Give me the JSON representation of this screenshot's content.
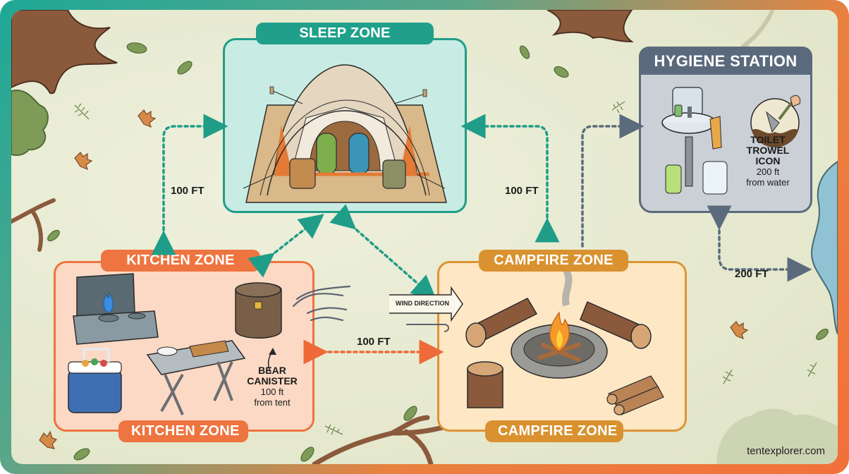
{
  "zones": {
    "sleep": {
      "label": "SLEEP ZONE",
      "color": "#20a08b",
      "items": [
        "dome-tent",
        "sleeping-bag-green",
        "sleeping-bag-blue",
        "backpack-tan",
        "backpack-olive"
      ]
    },
    "kitchen": {
      "label_top": "KITCHEN ZONE",
      "label_bottom": "KITCHEN ZONE",
      "color": "#ee7440",
      "items": [
        "camp-stove",
        "cooler",
        "folding-table",
        "bear-canister"
      ]
    },
    "campfire": {
      "label_top": "CAMPFIRE ZONE",
      "label_bottom": "CAMPFIRE ZONE",
      "color": "#d9922f",
      "items": [
        "fire-ring",
        "log-left",
        "log-right",
        "stump",
        "firewood-stack"
      ]
    },
    "hygiene": {
      "label": "HYGIENE STATION",
      "color": "#5a6a7c",
      "items": [
        "sink",
        "soap-dispenser",
        "water-jug",
        "toilet-trowel"
      ]
    }
  },
  "notes": {
    "bear_canister": {
      "title_line1": "BEAR",
      "title_line2": "CANISTER",
      "line1": "100 ft",
      "line2": "from tent"
    },
    "toilet_trowel": {
      "title_line1": "TOILET",
      "title_line2": "TROWEL",
      "title_line3": "ICON",
      "line1": "200 ft",
      "line2": "from water"
    }
  },
  "distances": {
    "sleep_to_kitchen": "100 FT",
    "sleep_to_campfire": "100 FT",
    "kitchen_to_campfire": "100 FT",
    "hygiene_to_water": "200 FT"
  },
  "wind": {
    "label": "WIND DIRECTION"
  },
  "footer": {
    "site": "tentexplorer.com"
  }
}
